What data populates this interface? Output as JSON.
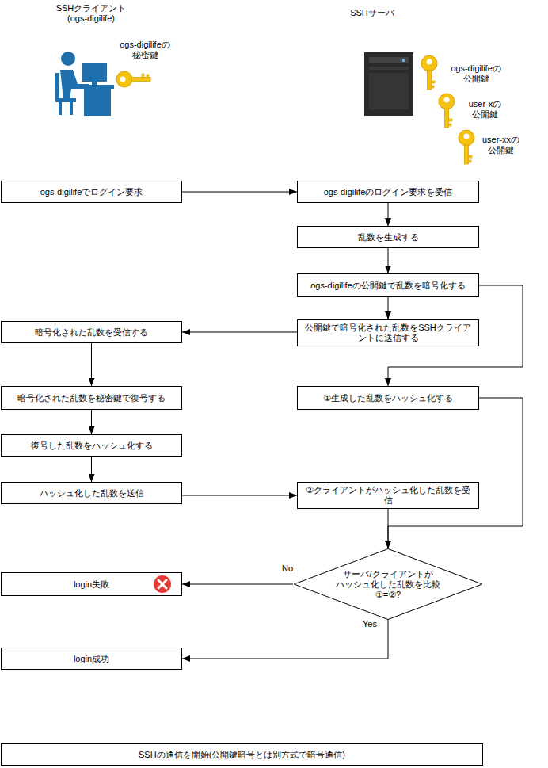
{
  "diagram": {
    "nodes": [
      {
        "text": [
          "ogs-digilifeでログイン要求"
        ]
      },
      {
        "text": [
          "ogs-digilifeのログイン要求を受信"
        ]
      },
      {
        "text": [
          "乱数を生成する"
        ]
      },
      {
        "text": [
          "ogs-digilifeの公開鍵で乱数を暗号化する"
        ]
      },
      {
        "text": [
          "暗号化された乱数を受信する"
        ]
      },
      {
        "text": [
          "公開鍵で暗号化された乱数をSSHクライアントに送信する"
        ]
      },
      {
        "text": [
          "暗号化された乱数を秘密鍵で復号する"
        ]
      },
      {
        "text": [
          "①生成した乱数をハッシュ化する"
        ]
      },
      {
        "text": [
          "復号した乱数をハッシュ化する"
        ]
      },
      {
        "text": [
          "ハッシュ化した乱数を送信"
        ]
      },
      {
        "text": [
          "②クライアントがハッシュ化した乱数を受信"
        ]
      },
      {
        "text": [
          "サーバ/クライアントが ハッシュ化した乱数を比較 ①=②?"
        ]
      },
      {
        "text": [
          "login失敗"
        ]
      },
      {
        "text": [
          "login成功"
        ]
      },
      {
        "text": [
          "SSHの通信を開始(公開鍵暗号とは別方式で暗号通信)"
        ]
      }
    ],
    "edges": [
      {
        "from": 0,
        "to": 1,
        "arrow": "to"
      },
      {
        "from": 1,
        "to": 2,
        "arrow": "to"
      },
      {
        "from": 2,
        "to": 3,
        "arrow": "to"
      },
      {
        "from": 3,
        "to": 5,
        "arrow": "to"
      },
      {
        "from": 5,
        "to": 4,
        "arrow": "to"
      },
      {
        "from": 3,
        "to": 7,
        "arrow": "to"
      },
      {
        "from": 4,
        "to": 6,
        "arrow": "to"
      },
      {
        "from": 6,
        "to": 8,
        "arrow": "to"
      },
      {
        "from": 8,
        "to": 9,
        "arrow": "to"
      },
      {
        "from": 9,
        "to": 10,
        "arrow": "to"
      },
      {
        "from": 7,
        "to": 11,
        "arrow": "to"
      },
      {
        "from": 10,
        "to": 11,
        "arrow": "to"
      },
      {
        "from": 11,
        "to": 12,
        "label": "No",
        "arrow": "to"
      },
      {
        "from": 11,
        "to": 13,
        "label": "Yes",
        "arrow": "to"
      }
    ],
    "labels": [
      "SSHクライアント (ogs-digilife)",
      "SSHサーバ",
      "ogs-digilifeの 秘密鍵",
      "ogs-digilifeの 公開鍵",
      "user-xの 公開鍵",
      "user-xxの 公開鍵"
    ]
  }
}
